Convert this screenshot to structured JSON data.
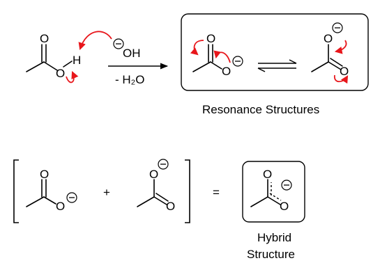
{
  "diagram": {
    "atoms": {
      "O": "O",
      "H": "H",
      "OH": "OH",
      "minus": "−"
    },
    "reagent": {
      "above": "OH",
      "below": "- H₂O"
    },
    "operators": {
      "plus": "+",
      "equals": "="
    },
    "labels": {
      "resonance": "Resonance Structures",
      "hybrid_line1": "Hybrid",
      "hybrid_line2": "Structure"
    },
    "colors": {
      "arrow": "#e8161b",
      "line": "#000000"
    }
  }
}
